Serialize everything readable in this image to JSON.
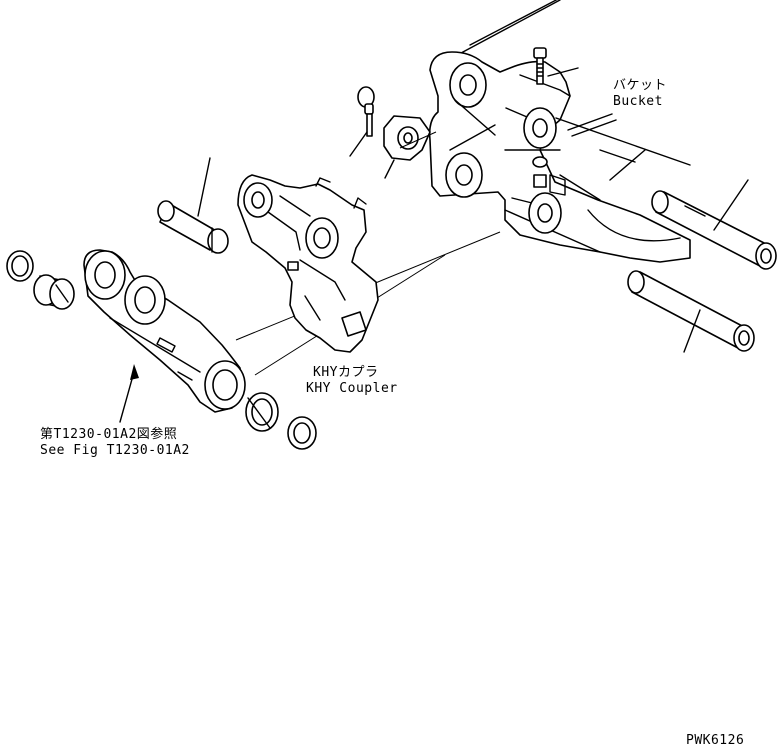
{
  "labels": {
    "bucket_jp": "バケット",
    "bucket_en": "Bucket",
    "coupler_jp": "KHYカプラ",
    "coupler_en": "KHY Coupler",
    "reference_jp": "第T1230-01A2図参照",
    "reference_en": "See Fig T1230-01A2",
    "drawing_code": "PWK6126"
  }
}
